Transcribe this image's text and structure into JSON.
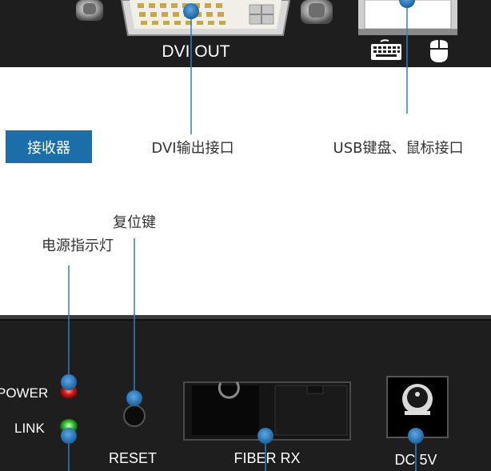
{
  "top_panel": {
    "dvi_label": "DVI OUT"
  },
  "badge": {
    "label": "接收器"
  },
  "annotations": {
    "dvi_port": "DVI输出接口",
    "usb_port": "USB键盘、鼠标接口",
    "reset_key": "复位键",
    "power_light": "电源指示灯"
  },
  "bottom_panel": {
    "power_label": "POWER",
    "link_label": "LINK",
    "reset_label": "RESET",
    "fiber_label": "FIBER RX",
    "dc_label": "DC 5V"
  },
  "icons": [
    "keyboard-icon",
    "mouse-icon"
  ],
  "colors": {
    "panel": "#1e1e1e",
    "accent_blue": "#1b6ea8",
    "leader_line": "#2f7fbf",
    "power_led": "#d42020",
    "link_led": "#3ccc3c"
  }
}
